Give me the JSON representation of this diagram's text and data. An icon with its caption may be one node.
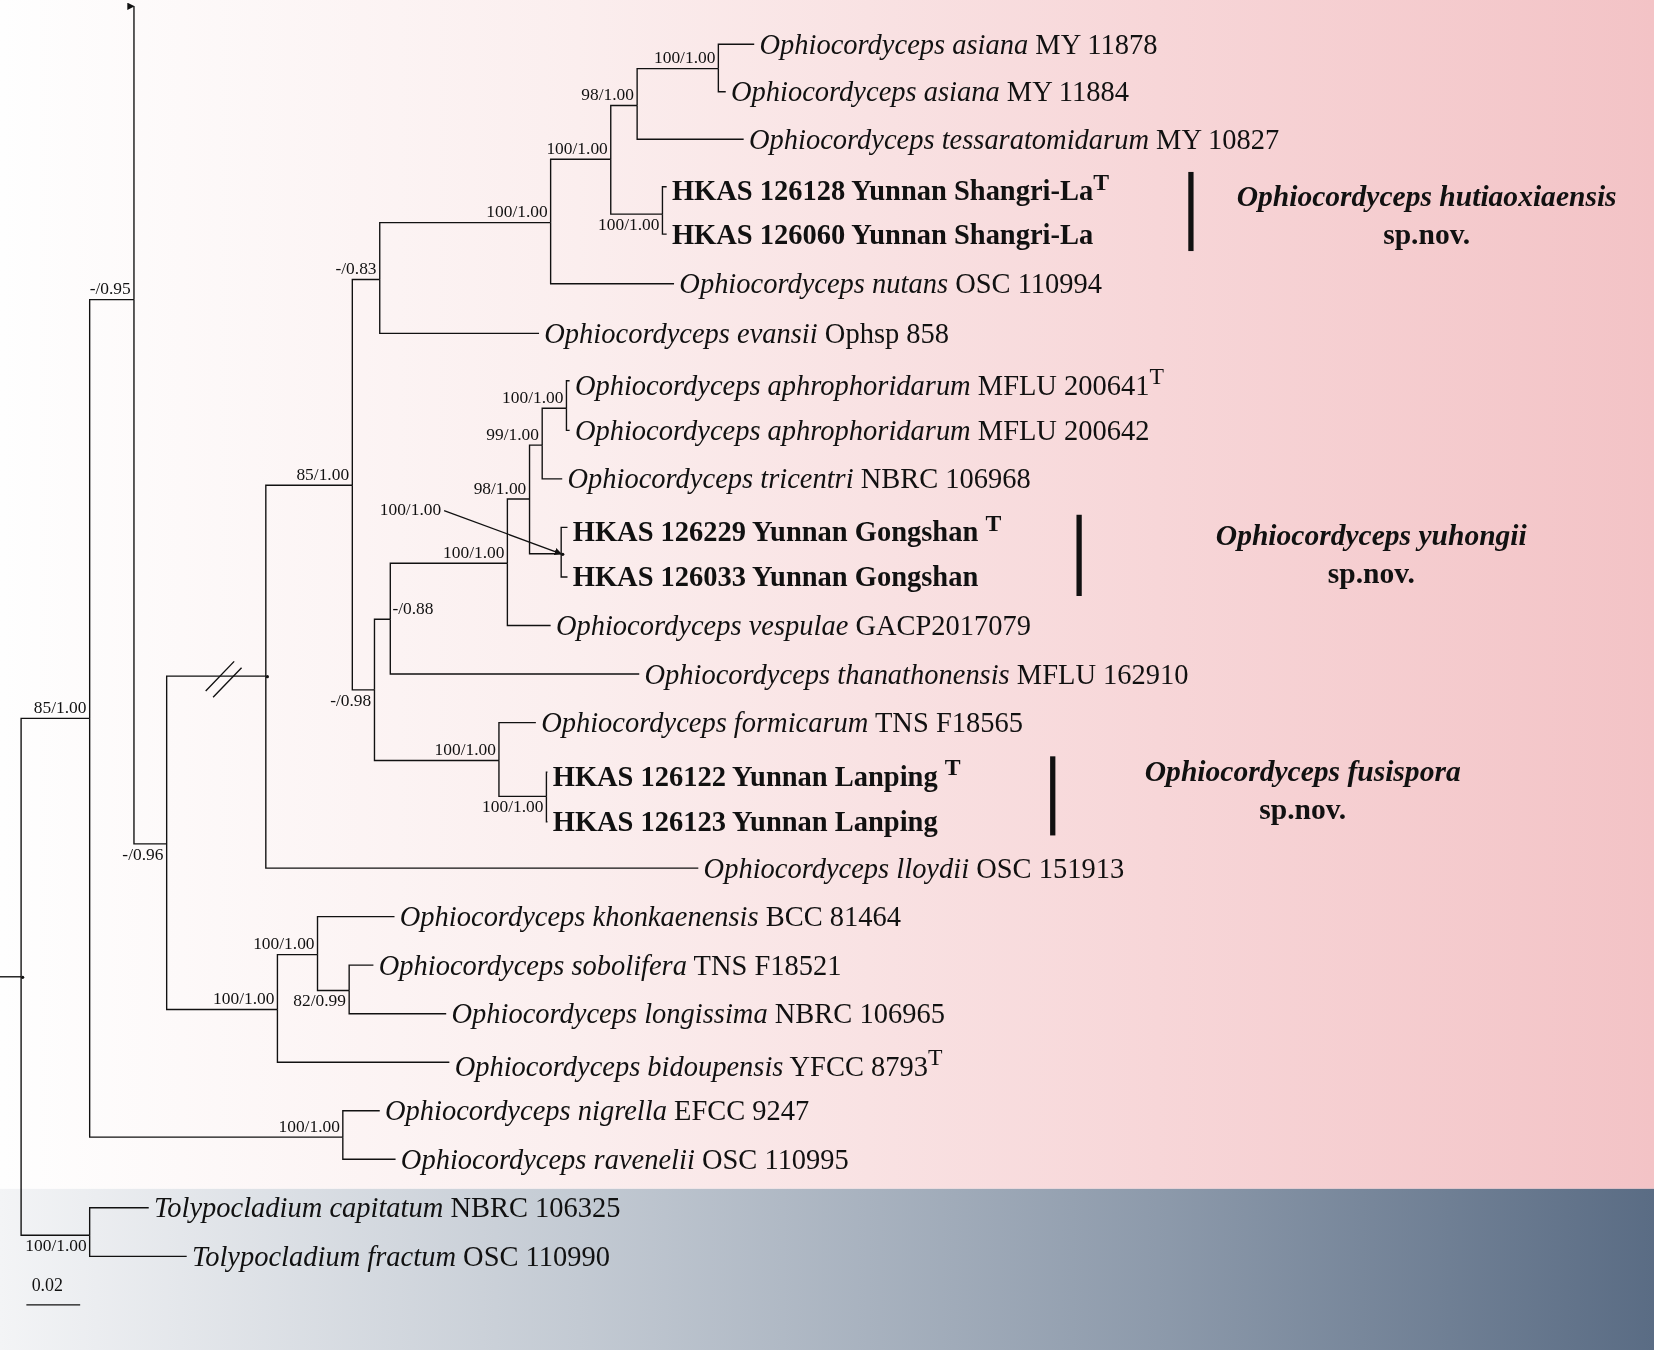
{
  "diagram": {
    "nodes": [
      {
        "text": [
          "*Ophiocordyceps asiana* MY 11878"
        ]
      },
      {
        "text": [
          "*Ophiocordyceps asiana* MY 11884"
        ]
      },
      {
        "text": [
          "*Ophiocordyceps tessaratomidarum* MY 10827"
        ]
      },
      {
        "text": [
          "HKAS 126128 Yunnan Shangri-La$^{T}$"
        ]
      },
      {
        "text": [
          "HKAS 126060 Yunnan Shangri-La"
        ]
      },
      {
        "text": [
          "*Ophiocordyceps nutans* OSC 110994"
        ]
      },
      {
        "text": [
          "*Ophiocordyceps evansii* Ophsp 858"
        ]
      },
      {
        "text": [
          "*Ophiocordyceps aphrophoridarum* MFLU 200641$^{T}$"
        ]
      },
      {
        "text": [
          "*Ophiocordyceps aphrophoridarum* MFLU 200642"
        ]
      },
      {
        "text": [
          "*Ophiocordyceps tricentri* NBRC 106968"
        ]
      },
      {
        "text": [
          "HKAS 126229 Yunnan Gongshan $^{T}$"
        ]
      },
      {
        "text": [
          "HKAS 126033 Yunnan Gongshan"
        ]
      },
      {
        "text": [
          "*Ophiocordyceps vespulae* GACP2017079"
        ]
      },
      {
        "text": [
          "*Ophiocordyceps thanathonensis* MFLU 162910"
        ]
      },
      {
        "text": [
          "*Ophiocordyceps formicarum* TNS F18565"
        ]
      },
      {
        "text": [
          "HKAS 126122 Yunnan Lanping $^{T}$"
        ]
      },
      {
        "text": [
          "HKAS 126123 Yunnan Lanping"
        ]
      },
      {
        "text": [
          "*Ophiocordyceps lloydii* OSC 151913"
        ]
      },
      {
        "text": [
          "*Ophiocordyceps khonkaenensis* BCC 81464"
        ]
      },
      {
        "text": [
          "*Ophiocordyceps sobolifera* TNS F18521"
        ]
      },
      {
        "text": [
          "*Ophiocordyceps longissima* NBRC 106965"
        ]
      },
      {
        "text": [
          "*Ophiocordyceps bidoupensis* YFCC 8793$^{T}$"
        ]
      },
      {
        "text": [
          "*Ophiocordyceps nigrella* EFCC 9247"
        ]
      },
      {
        "text": [
          "*Ophiocordyceps ravenelii* OSC 110995"
        ]
      },
      {
        "text": [
          "*Tolypocladium capitatum* NBRC 106325"
        ]
      },
      {
        "text": [
          "*Tolypocladium fractum* OSC 110990"
        ]
      },
      {
        "text": [],
        "shape": "point"
      },
      {
        "text": [
          "85/1.00"
        ]
      },
      {
        "text": [
          "-/0.95"
        ]
      },
      {
        "text": [
          "-/0.96"
        ]
      },
      {
        "text": [],
        "shape": "point"
      },
      {
        "text": [
          "85/1.00"
        ]
      },
      {
        "text": [
          "-/0.83"
        ]
      },
      {
        "text": [
          "100/1.00"
        ]
      },
      {
        "text": [
          "100/1.00"
        ]
      },
      {
        "text": [
          "98/1.00"
        ]
      },
      {
        "text": [
          "100/1.00"
        ]
      },
      {
        "text": [
          "100/1.00"
        ]
      },
      {
        "text": [
          "-/0.98"
        ]
      },
      {
        "text": [
          "-/0.88"
        ]
      },
      {
        "text": [
          "100/1.00"
        ]
      },
      {
        "text": [
          "98/1.00"
        ]
      },
      {
        "text": [
          "99/1.00"
        ]
      },
      {
        "text": [
          "100/1.00"
        ]
      },
      {
        "text": [],
        "shape": "point"
      },
      {
        "text": [
          "100/1.00"
        ]
      },
      {
        "text": [
          "100/1.00"
        ]
      },
      {
        "text": [
          "100/1.00"
        ]
      },
      {
        "text": [
          "100/1.00"
        ]
      },
      {
        "text": [
          "100/1.00"
        ]
      },
      {
        "text": [
          "82/0.99"
        ]
      },
      {
        "text": [
          "100/1.00"
        ]
      },
      {
        "text": [
          "100/1.00"
        ]
      }
    ],
    "edges": [
      {
        "from": 26,
        "to": 27,
        "arrow": "none"
      },
      {
        "from": 26,
        "to": 52,
        "arrow": "none"
      },
      {
        "from": 27,
        "to": 28,
        "arrow": "none"
      },
      {
        "from": 27,
        "to": 51,
        "arrow": "none"
      },
      {
        "from": 28,
        "to": null,
        "arrow": "to"
      },
      {
        "from": 28,
        "to": 29,
        "arrow": "none"
      },
      {
        "from": 29,
        "to": 30,
        "arrow": "none"
      },
      {
        "from": 29,
        "to": 48,
        "arrow": "none"
      },
      {
        "from": 30,
        "to": 31,
        "arrow": "none"
      },
      {
        "from": 30,
        "to": 17,
        "arrow": "none"
      },
      {
        "from": 31,
        "to": 32,
        "arrow": "none"
      },
      {
        "from": 31,
        "to": 38,
        "arrow": "none"
      },
      {
        "from": 32,
        "to": 33,
        "arrow": "none"
      },
      {
        "from": 32,
        "to": 6,
        "arrow": "none"
      },
      {
        "from": 33,
        "to": 34,
        "arrow": "none"
      },
      {
        "from": 33,
        "to": 5,
        "arrow": "none"
      },
      {
        "from": 34,
        "to": 35,
        "arrow": "none"
      },
      {
        "from": 34,
        "to": 37,
        "arrow": "none"
      },
      {
        "from": 35,
        "to": 36,
        "arrow": "none"
      },
      {
        "from": 35,
        "to": 2,
        "arrow": "none"
      },
      {
        "from": 36,
        "to": 0,
        "arrow": "none"
      },
      {
        "from": 36,
        "to": 1,
        "arrow": "none"
      },
      {
        "from": 37,
        "to": 3,
        "arrow": "none"
      },
      {
        "from": 37,
        "to": 4,
        "arrow": "none"
      },
      {
        "from": 38,
        "to": 39,
        "arrow": "none"
      },
      {
        "from": 38,
        "to": 46,
        "arrow": "none"
      },
      {
        "from": 39,
        "to": 40,
        "arrow": "none"
      },
      {
        "from": 39,
        "to": 13,
        "arrow": "none"
      },
      {
        "from": 40,
        "to": 41,
        "arrow": "none"
      },
      {
        "from": 40,
        "to": 12,
        "arrow": "none"
      },
      {
        "from": 41,
        "to": 42,
        "arrow": "none"
      },
      {
        "from": 41,
        "to": 44,
        "arrow": "none"
      },
      {
        "from": 42,
        "to": 43,
        "arrow": "none"
      },
      {
        "from": 42,
        "to": 9,
        "arrow": "none"
      },
      {
        "from": 43,
        "to": 7,
        "arrow": "none"
      },
      {
        "from": 43,
        "to": 8,
        "arrow": "none"
      },
      {
        "from": 44,
        "to": 10,
        "arrow": "none"
      },
      {
        "from": 44,
        "to": 11,
        "arrow": "none"
      },
      {
        "from": 45,
        "to": 44,
        "arrow": "to"
      },
      {
        "from": 46,
        "to": 14,
        "arrow": "none"
      },
      {
        "from": 46,
        "to": 47,
        "arrow": "none"
      },
      {
        "from": 47,
        "to": 15,
        "arrow": "none"
      },
      {
        "from": 47,
        "to": 16,
        "arrow": "none"
      },
      {
        "from": 48,
        "to": 49,
        "arrow": "none"
      },
      {
        "from": 48,
        "to": 21,
        "arrow": "none"
      },
      {
        "from": 49,
        "to": 18,
        "arrow": "none"
      },
      {
        "from": 49,
        "to": 50,
        "arrow": "none"
      },
      {
        "from": 50,
        "to": 19,
        "arrow": "none"
      },
      {
        "from": 50,
        "to": 20,
        "arrow": "none"
      },
      {
        "from": 51,
        "to": 22,
        "arrow": "none"
      },
      {
        "from": 51,
        "to": 23,
        "arrow": "none"
      },
      {
        "from": 52,
        "to": 24,
        "arrow": "none"
      },
      {
        "from": 52,
        "to": 25,
        "arrow": "none"
      }
    ],
    "labels": [
      "*Ophiocordyceps hutiaoxiaensis* sp.nov.",
      "*Ophiocordyceps yuhongii* sp.nov.",
      "*Ophiocordyceps fusispora* sp.nov.",
      "0.02"
    ]
  }
}
